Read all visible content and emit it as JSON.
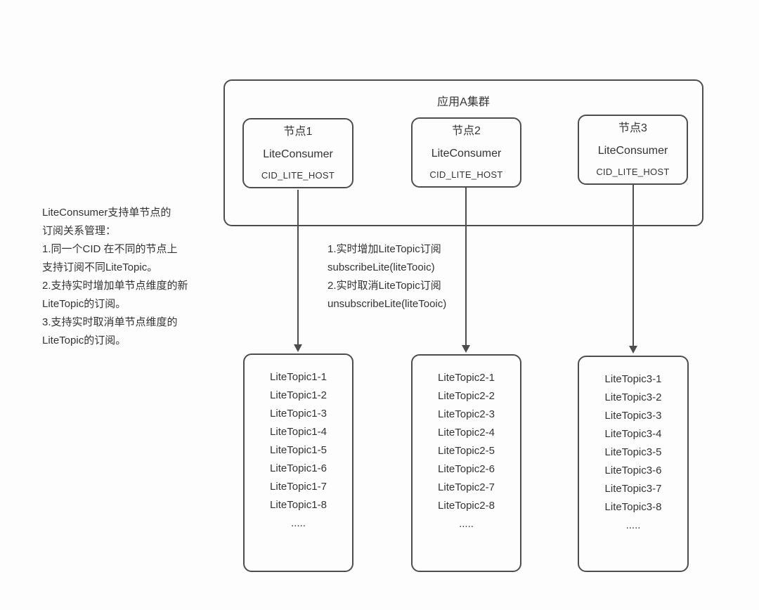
{
  "colors": {
    "line": "#4d4d4d",
    "text": "#333333",
    "background": "#fdfdfd"
  },
  "cluster": {
    "title": "应用A集群",
    "nodes": [
      {
        "title": "节点1",
        "consumer": "LiteConsumer",
        "cid": "CID_LITE_HOST"
      },
      {
        "title": "节点2",
        "consumer": "LiteConsumer",
        "cid": "CID_LITE_HOST"
      },
      {
        "title": "节点3",
        "consumer": "LiteConsumer",
        "cid": "CID_LITE_HOST"
      }
    ]
  },
  "left_note": {
    "lines": [
      "LiteConsumer支持单节点的",
      "订阅关系管理：",
      "1.同一个CID 在不同的节点上",
      "支持订阅不同LiteTopic。",
      "2.支持实时增加单节点维度的新",
      "LiteTopic的订阅。",
      "3.支持实时取消单节点维度的",
      "LiteTopic的订阅。"
    ]
  },
  "arrow_note": {
    "lines": [
      "1.实时增加LiteTopic订阅",
      "subscribeLite(liteTooic)",
      "2.实时取消LiteTopic订阅",
      "unsubscribeLite(liteTooic)"
    ]
  },
  "topic_boxes": [
    {
      "items": [
        "LiteTopic1-1",
        "LiteTopic1-2",
        "LiteTopic1-3",
        "LiteTopic1-4",
        "LiteTopic1-5",
        "LiteTopic1-6",
        "LiteTopic1-7",
        "LiteTopic1-8",
        "....."
      ]
    },
    {
      "items": [
        "LiteTopic2-1",
        "LiteTopic2-2",
        "LiteTopic2-3",
        "LiteTopic2-4",
        "LiteTopic2-5",
        "LiteTopic2-6",
        "LiteTopic2-7",
        "LiteTopic2-8",
        "....."
      ]
    },
    {
      "items": [
        "LiteTopic3-1",
        "LiteTopic3-2",
        "LiteTopic3-3",
        "LiteTopic3-4",
        "LiteTopic3-5",
        "LiteTopic3-6",
        "LiteTopic3-7",
        "LiteTopic3-8",
        "....."
      ]
    }
  ]
}
